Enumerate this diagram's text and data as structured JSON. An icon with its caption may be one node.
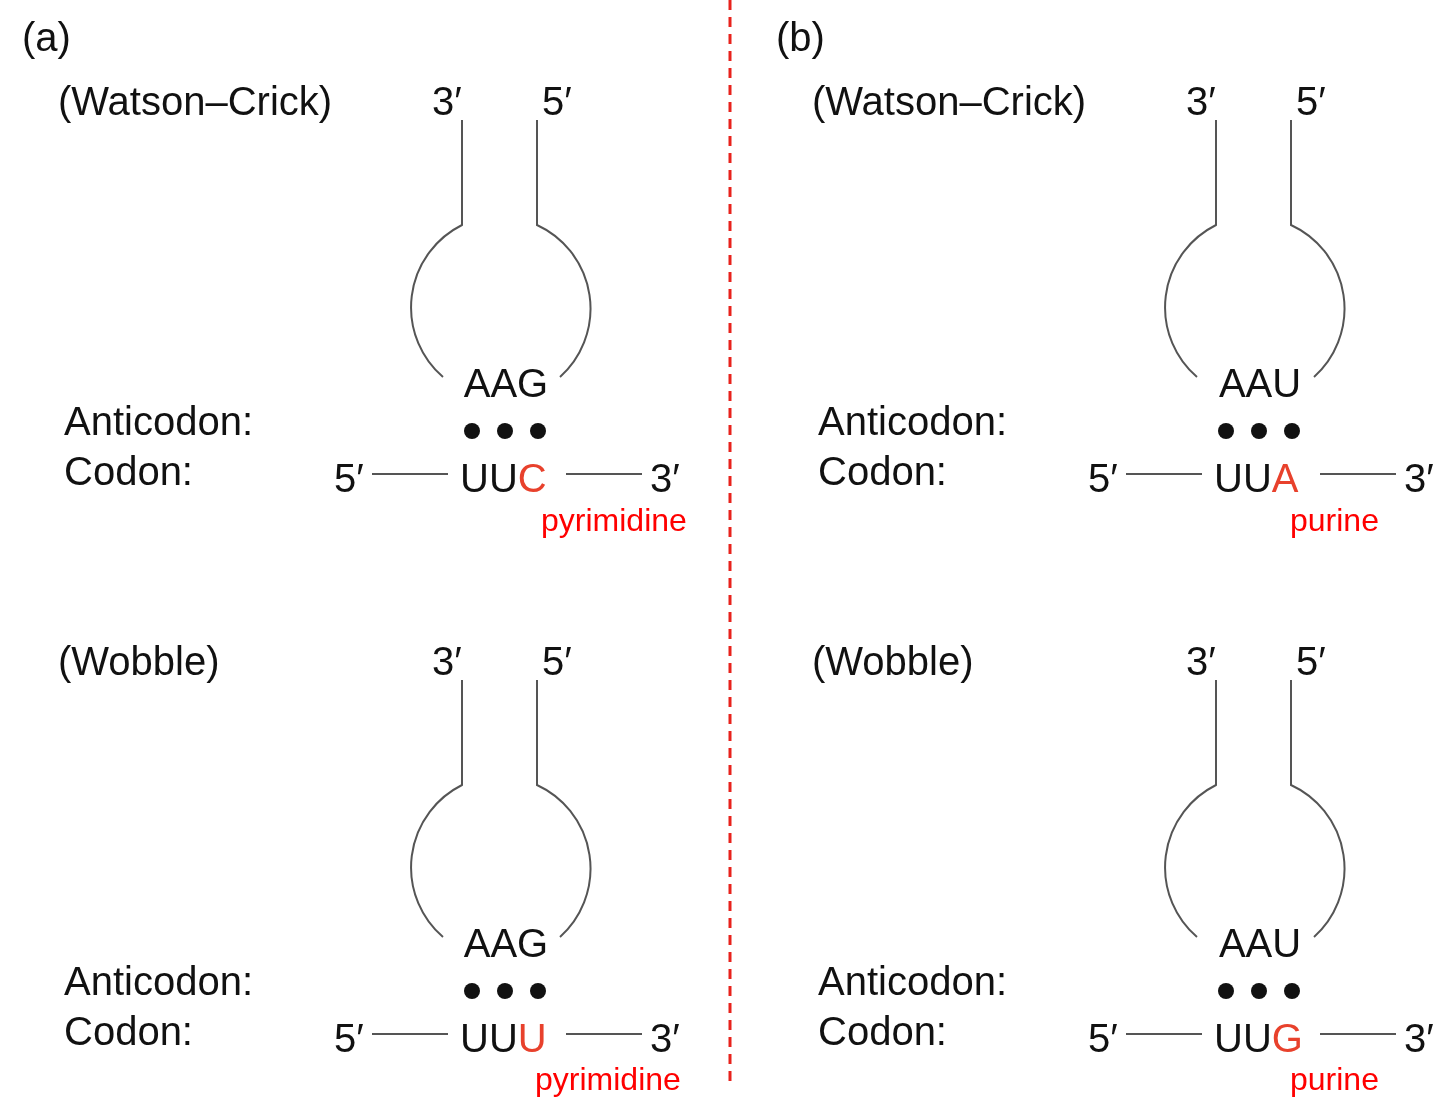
{
  "diagram": {
    "labels": [
      "(a)",
      "(b)",
      "(Watson–Crick)",
      "3′",
      "5′",
      "AAG",
      "Anticodon:",
      "Codon:",
      "5′",
      "UUC",
      "3′",
      "pyrimidine",
      "(Watson–Crick)",
      "3′",
      "5′",
      "AAU",
      "Anticodon:",
      "Codon:",
      "5′",
      "UUA",
      "3′",
      "purine",
      "(Wobble)",
      "3′",
      "5′",
      "AAG",
      "Anticodon:",
      "Codon:",
      "5′",
      "UUU",
      "3′",
      "pyrimidine",
      "(Wobble)",
      "3′",
      "5′",
      "AAU",
      "Anticodon:",
      "Codon:",
      "5′",
      "UUG",
      "3′",
      "purine"
    ]
  }
}
